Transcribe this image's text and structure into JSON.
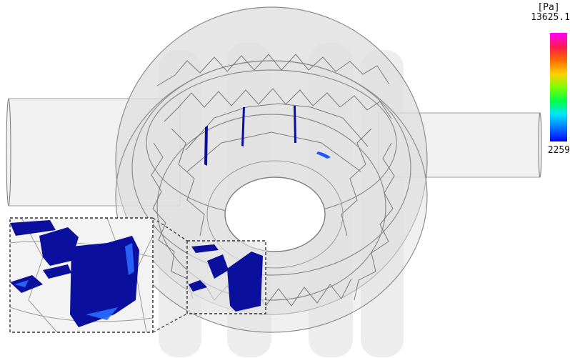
{
  "legend": {
    "unit": "[Pa]",
    "max_label": "13625.1",
    "min_label": "2259",
    "max_value": 13625.1,
    "min_value": 2259,
    "colormap": [
      "#ff00ff",
      "#ff1a4a",
      "#ff6a00",
      "#ffd200",
      "#7cff00",
      "#00ff4a",
      "#00e5ff",
      "#0072ff",
      "#0000ff"
    ]
  },
  "colors": {
    "housing": "#dcdcdc",
    "outline": "#9a9a9a",
    "cavitation": "#0a0f9e",
    "zoom_frame": "#333333"
  }
}
